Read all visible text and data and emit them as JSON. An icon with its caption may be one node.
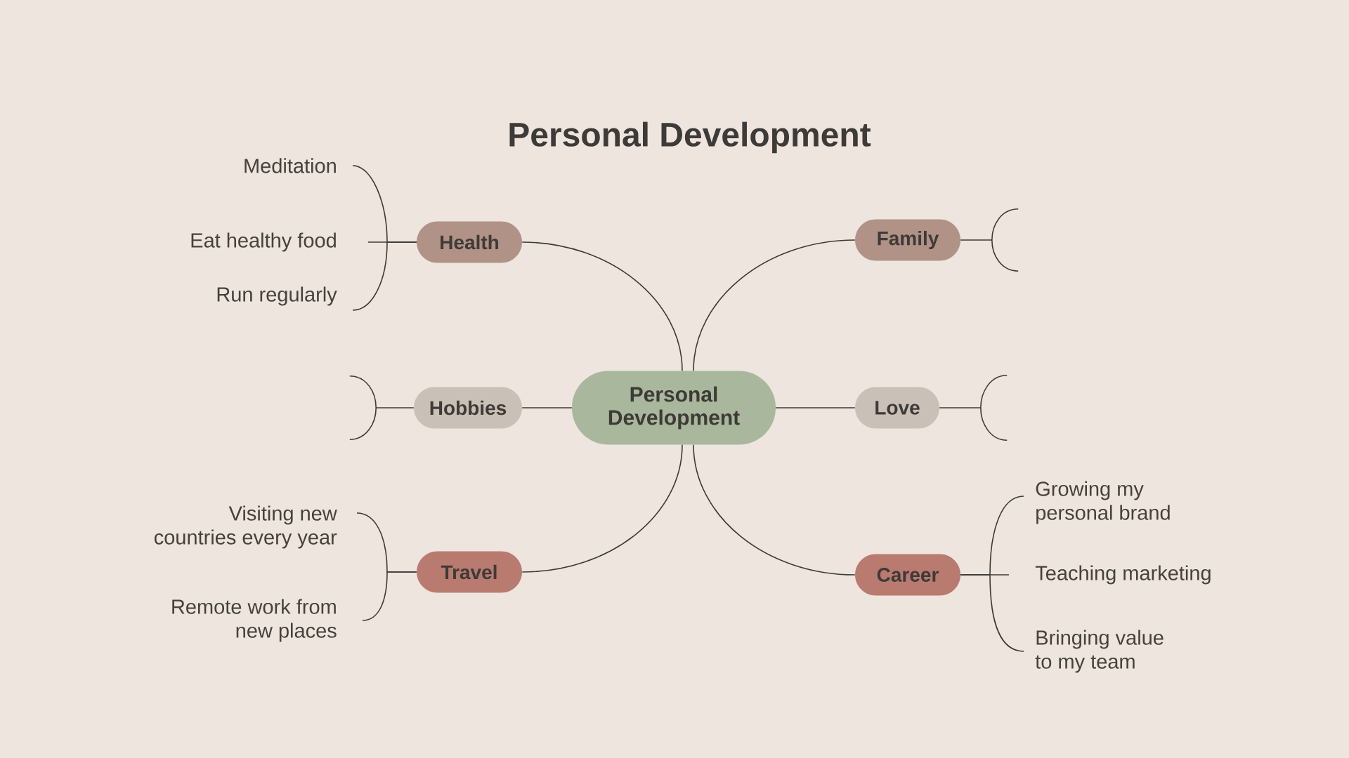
{
  "diagram": {
    "title": "Personal Development",
    "nodes": [
      {
        "text": [
          "Personal Development"
        ]
      },
      {
        "text": [
          "Health"
        ]
      },
      {
        "text": [
          "Family"
        ]
      },
      {
        "text": [
          "Hobbies"
        ]
      },
      {
        "text": [
          "Love"
        ]
      },
      {
        "text": [
          "Travel"
        ]
      },
      {
        "text": [
          "Career"
        ]
      },
      {
        "text": [
          "Meditation"
        ]
      },
      {
        "text": [
          "Eat healthy food"
        ]
      },
      {
        "text": [
          "Run regularly"
        ]
      },
      {
        "text": [
          "Visiting new countries every year"
        ]
      },
      {
        "text": [
          "Remote work from new places"
        ]
      },
      {
        "text": [
          "Growing my personal brand"
        ]
      },
      {
        "text": [
          "Teaching marketing"
        ]
      },
      {
        "text": [
          "Bringing value to my team"
        ]
      },
      {
        "text": [],
        "shape": "bracket"
      },
      {
        "text": [],
        "shape": "bracket"
      },
      {
        "text": [],
        "shape": "bracket"
      }
    ],
    "edges": [
      {
        "from": 0,
        "to": 1,
        "arrow": "none"
      },
      {
        "from": 0,
        "to": 2,
        "arrow": "none"
      },
      {
        "from": 0,
        "to": 3,
        "arrow": "none"
      },
      {
        "from": 0,
        "to": 4,
        "arrow": "none"
      },
      {
        "from": 0,
        "to": 5,
        "arrow": "none"
      },
      {
        "from": 0,
        "to": 6,
        "arrow": "none"
      },
      {
        "from": 1,
        "to": 7,
        "arrow": "none"
      },
      {
        "from": 1,
        "to": 8,
        "arrow": "none"
      },
      {
        "from": 1,
        "to": 9,
        "arrow": "none"
      },
      {
        "from": 2,
        "to": 15,
        "arrow": "none"
      },
      {
        "from": 3,
        "to": 16,
        "arrow": "none"
      },
      {
        "from": 4,
        "to": 17,
        "arrow": "none"
      },
      {
        "from": 5,
        "to": 10,
        "arrow": "none"
      },
      {
        "from": 5,
        "to": 11,
        "arrow": "none"
      },
      {
        "from": 6,
        "to": 12,
        "arrow": "none"
      },
      {
        "from": 6,
        "to": 13,
        "arrow": "none"
      },
      {
        "from": 6,
        "to": 14,
        "arrow": "none"
      }
    ]
  }
}
